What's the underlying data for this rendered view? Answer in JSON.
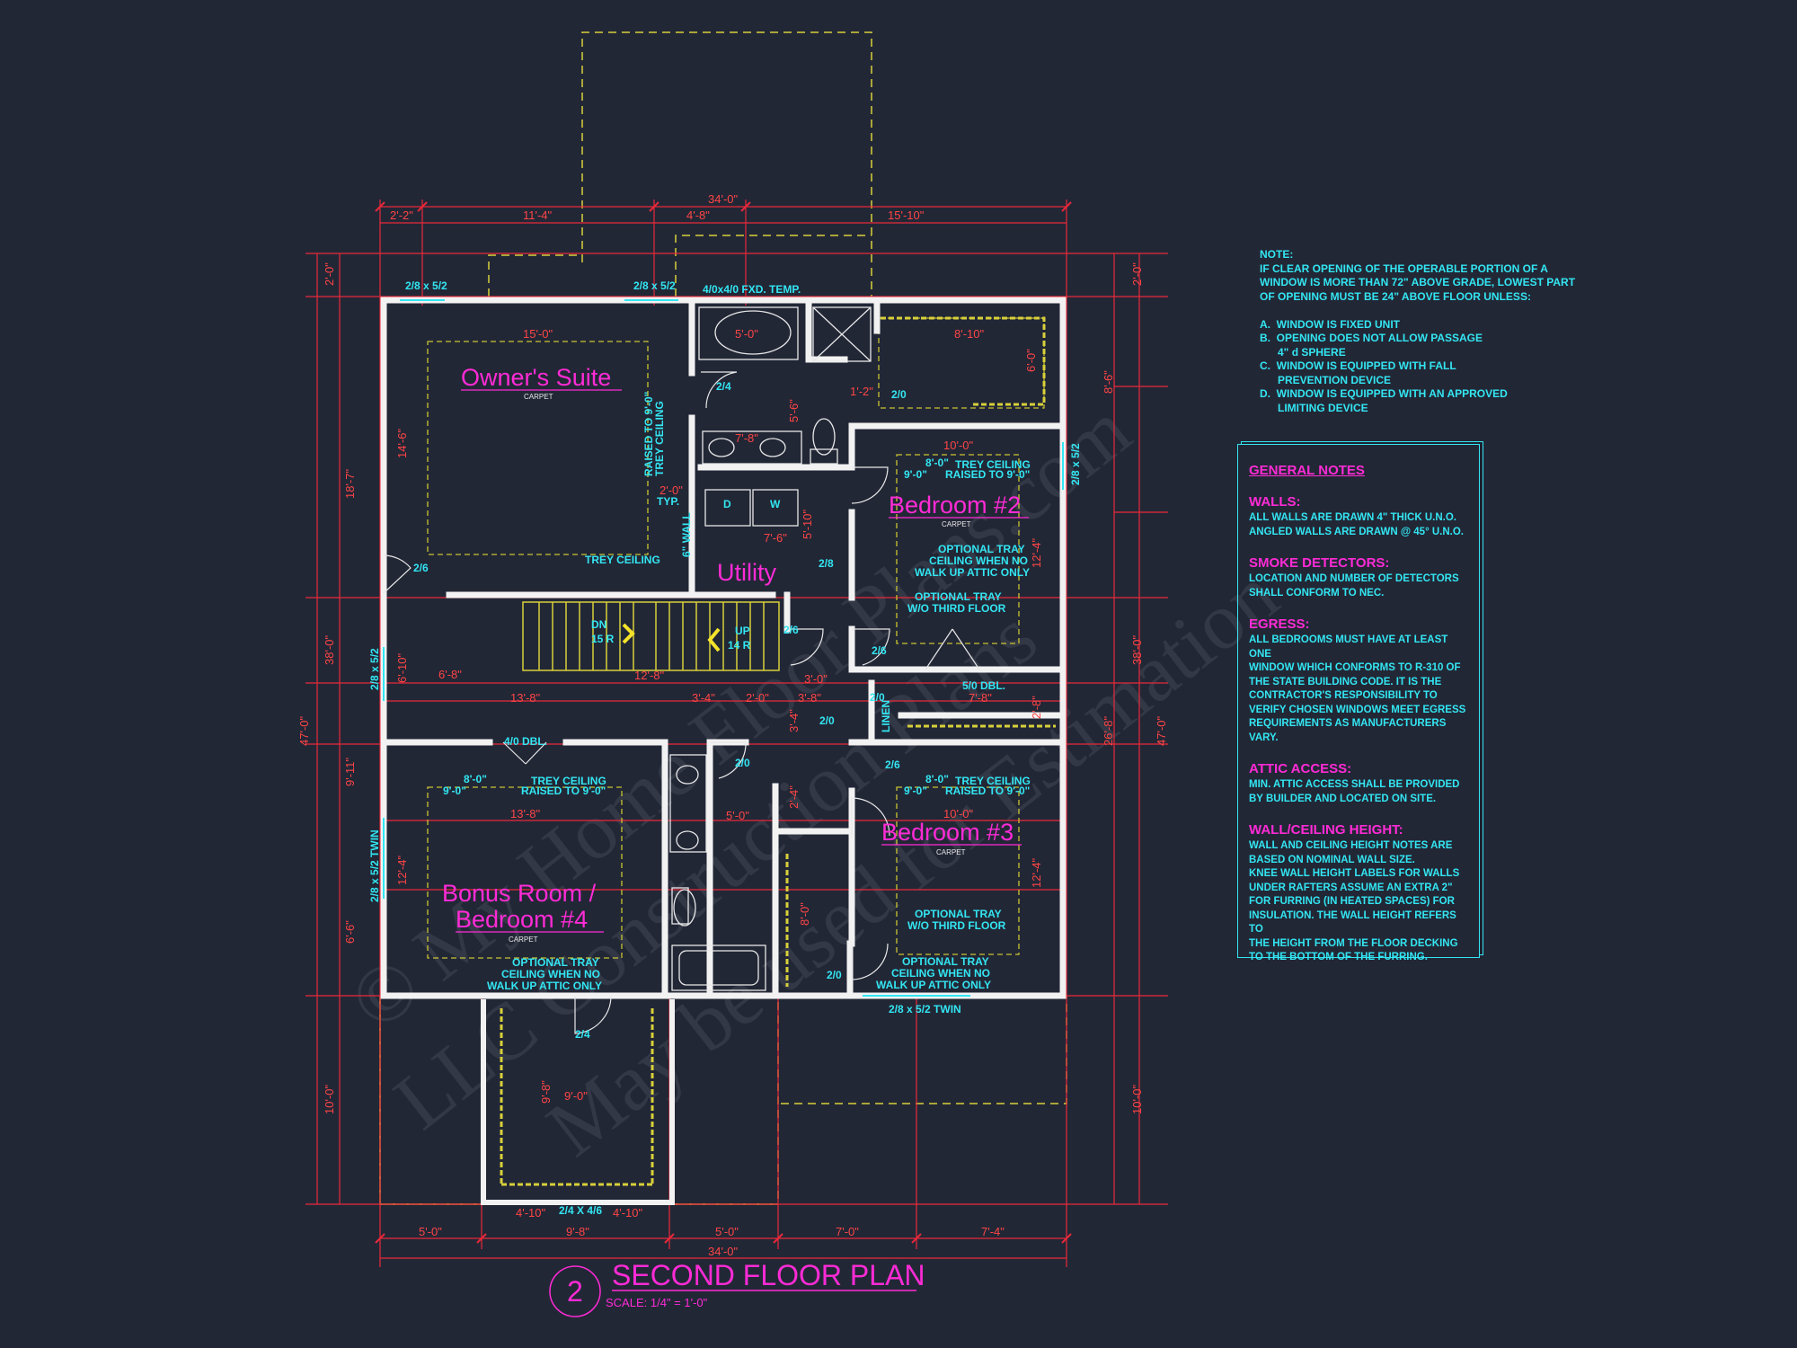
{
  "plan": {
    "title": "SECOND FLOOR PLAN",
    "number": "2",
    "scale": "SCALE: 1/4\" = 1'-0\""
  },
  "rooms": {
    "owners_suite": "Owner's Suite",
    "bedroom2": "Bedroom #2",
    "bedroom3": "Bedroom #3",
    "bonus_line1": "Bonus Room /",
    "bonus_line2": "Bedroom #4",
    "utility": "Utility"
  },
  "labels": {
    "carpet": "CARPET",
    "trey_ceiling": "TREY CEILING",
    "raised_ceiling_line1": "TREY CEILING",
    "raised_ceiling_line2": "RAISED TO 9'-0\"",
    "owner_raised_line1": "RAISED TO 9'-0\"",
    "owner_raised_line2": "TREY CEILING",
    "optional_tray_line1": "OPTIONAL TRAY",
    "optional_tray_line2": "CEILING WHEN NO",
    "optional_tray_line3": "WALK UP ATTIC ONLY",
    "optional_third_line1": "OPTIONAL TRAY",
    "optional_third_line2": "W/O THIRD FLOOR",
    "typ": "TYP.",
    "wall6": "6\" WALL",
    "linen": "LINEN",
    "dn": "DN",
    "dn_r": "15 R",
    "up": "UP",
    "up_r": "14 R",
    "washer": "W",
    "dryer": "D",
    "ht80": "8'-0\"",
    "ht90": "9'-0\"",
    "ht90b": "9'-0\""
  },
  "openings": {
    "w1": "2/8 x 5/2",
    "w2": "2/8 x 5/2",
    "w3": "4/0x4/0 FXD. TEMP.",
    "w4": "2/8 x 5/2",
    "w5": "2/8 x 5/2",
    "w6": "2/8 x 5/2 TWIN",
    "w7": "2/8 x 5/2 TWIN",
    "w8": "2/4 X 4/6",
    "d_owner": "2/6",
    "d_bath": "2/4",
    "d_wc": "2/0",
    "d_util": "2/8",
    "d_hall": "2/6",
    "d_bed2": "2/6",
    "d_bed3": "2/6",
    "d_bath2": "2/0",
    "d_hall2": "2/0",
    "d_linen": "2/0",
    "d_attic": "2/4",
    "d_closet3": "2/0",
    "closet_dbl": "5/0 DBL.",
    "bonus_dbl": "4/0 DBL."
  },
  "dimensions": {
    "overall_top": "34'-0\"",
    "top_a": "2'-2\"",
    "top_b": "11'-4\"",
    "top_c": "4'-8\"",
    "top_d": "15'-10\"",
    "overall_bottom": "34'-0\"",
    "bot_a": "5'-0\"",
    "bot_b": "9'-8\"",
    "bot_c": "5'-0\"",
    "bot_d": "7'-0\"",
    "bot_e": "7'-4\"",
    "left_overall": "47'-0\"",
    "left_a": "2'-0\"",
    "left_b": "18'-7\"",
    "left_c": "38'-0\"",
    "left_d": "9'-11\"",
    "left_e": "6'-6\"",
    "left_f": "10'-0\"",
    "right_a": "2'-0\"",
    "right_b": "8'-6\"",
    "right_c": "38'-0\"",
    "right_d": "26'-8\"",
    "right_overall": "47'-0\"",
    "right_e": "10'-0\"",
    "owner_w": "15'-0\"",
    "owner_h": "14'-6\"",
    "bath_w": "5'-0\"",
    "closet_w": "8'-10\"",
    "closet_h": "6'-0\"",
    "vanity": "7'-8\"",
    "bed2_w": "10'-0\"",
    "bed2_h": "12'-4\"",
    "hall_a": "6'-8\"",
    "hall_b": "13'-8\"",
    "hall_c": "12'-8\"",
    "hall_d": "3'-4\"",
    "hall_e": "2'-0\"",
    "hall_f": "3'-8\"",
    "hall_g": "7'-8\"",
    "bonus_w": "13'-8\"",
    "bonus_h": "12'-4\"",
    "bed3_w": "10'-0\"",
    "bed3_h": "12'-4\"",
    "bath2_w": "5'-0\"",
    "attic_w": "9'-0\"",
    "attic_h": "9'-8\"",
    "attic_a": "4'-10\"",
    "attic_b": "4'-10\"",
    "util_w": "7'-6\"",
    "dim_12": "1'-2\"",
    "dim_20": "2'-0\"",
    "dim_30": "3'-0\"",
    "dim_56": "5'-6\"",
    "dim_510": "5'-10\"",
    "dim_610": "6'-10\"",
    "dim_34": "3'-4\"",
    "dim_24": "2'-4\"",
    "dim_80": "8'-0\"",
    "dim_28": "2'-8\""
  },
  "watermark": {
    "line1": "© My Home Floor Plans.com",
    "line2": "LLC Construction Plans",
    "line3": "May be used for Estimation"
  },
  "note": {
    "lines": [
      "NOTE:",
      "IF CLEAR OPENING OF THE OPERABLE PORTION OF A",
      "WINDOW IS MORE THAN 72\" ABOVE GRADE, LOWEST PART",
      "OF OPENING MUST BE 24\" ABOVE FLOOR UNLESS:",
      "",
      "A.  WINDOW IS FIXED UNIT",
      "B.  OPENING DOES NOT ALLOW PASSAGE",
      "      4\" d SPHERE",
      "C.  WINDOW IS EQUIPPED WITH FALL",
      "      PREVENTION DEVICE",
      "D.  WINDOW IS EQUIPPED WITH AN APPROVED",
      "      LIMITING DEVICE"
    ]
  },
  "general_notes": {
    "heading": "GENERAL NOTES",
    "sections": [
      {
        "title": "WALLS:",
        "body": "ALL WALLS ARE DRAWN 4\" THICK U.N.O.\nANGLED WALLS ARE DRAWN @ 45° U.N.O."
      },
      {
        "title": "SMOKE DETECTORS:",
        "body": "LOCATION AND NUMBER OF DETECTORS\nSHALL CONFORM TO NEC."
      },
      {
        "title": "EGRESS:",
        "body": "ALL BEDROOMS MUST HAVE AT LEAST ONE\nWINDOW WHICH CONFORMS TO R-310 OF\nTHE STATE BUILDING CODE. IT IS THE\nCONTRACTOR'S RESPONSIBILITY TO\nVERIFY CHOSEN WINDOWS MEET EGRESS\nREQUIREMENTS AS MANUFACTURERS\nVARY."
      },
      {
        "title": "ATTIC ACCESS:",
        "body": "MIN. ATTIC ACCESS SHALL BE PROVIDED\nBY BUILDER AND LOCATED ON SITE."
      },
      {
        "title": "WALL/CEILING HEIGHT:",
        "body": "WALL AND CEILING HEIGHT NOTES ARE\nBASED ON NOMINAL WALL SIZE.\nKNEE WALL HEIGHT LABELS FOR WALLS\nUNDER RAFTERS ASSUME AN EXTRA 2\"\nFOR FURRING (IN HEATED SPACES) FOR\nINSULATION. THE WALL HEIGHT REFERS TO\nTHE HEIGHT FROM THE FLOOR DECKING\nTO THE BOTTOM OF THE FURRING."
      }
    ]
  }
}
